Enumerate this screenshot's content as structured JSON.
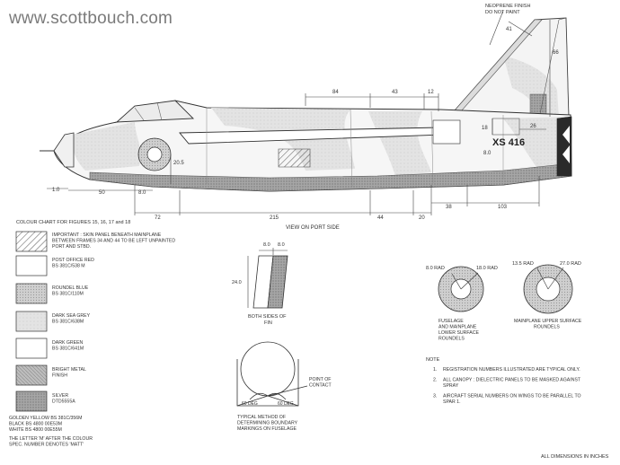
{
  "watermark": "www.scottbouch.com",
  "callouts": {
    "neoprene_line1": "NEOPRENE FINISH",
    "neoprene_line2": "DO NOT PAINT"
  },
  "serial": "XS 416",
  "dimensions": {
    "d41": "41",
    "d66": "66",
    "d84": "84",
    "d43": "43",
    "d12": "12",
    "d18": "18",
    "d26": "26",
    "d8a": "8.0",
    "d20_5": "20.5",
    "d1_0": "1.0",
    "d50": "50",
    "d8b": "8.0",
    "d72": "72",
    "d215": "215",
    "d44": "44",
    "d20": "20",
    "d38": "38",
    "d103": "103"
  },
  "view_label": "VIEW ON PORT SIDE",
  "legend": {
    "title": "COLOUR CHART FOR FIGURES 15, 16, 17 and 18",
    "items": [
      {
        "lines": [
          "IMPORTANT : SKIN PANEL BENEATH MAINPLANE",
          "BETWEEN FRAMES 34 AND 44  TO BE LEFT UNPAINTED",
          "PORT AND STBD."
        ],
        "pattern": "hatch"
      },
      {
        "lines": [
          "POST OFFICE RED",
          "BS 381C/538 M"
        ],
        "pattern": "white"
      },
      {
        "lines": [
          "ROUNDEL BLUE",
          "BS 381C/110M"
        ],
        "pattern": "dark"
      },
      {
        "lines": [
          "DARK SEA GREY",
          "BS 381C/638M"
        ],
        "pattern": "light"
      },
      {
        "lines": [
          "DARK GREEN",
          "BS 381C/641M"
        ],
        "pattern": "white"
      },
      {
        "lines": [
          "BRIGHT METAL",
          "FINISH"
        ],
        "pattern": "metal"
      },
      {
        "lines": [
          "SILVER",
          "DTD5555A"
        ],
        "pattern": "silver"
      }
    ],
    "footer": [
      "GOLDEN YELLOW BS 381C/356M",
      "BLACK BS 4800 00E53M",
      "WHITE BS 4800 00E55M",
      "THE LETTER 'M' AFTER THE COLOUR",
      "SPEC. NUMBER DENOTES 'MATT'"
    ]
  },
  "fin_detail": {
    "dim_top_a": "8.0",
    "dim_top_b": "8.0",
    "dim_side": "24.0",
    "caption_line1": "BOTH SIDES OF",
    "caption_line2": "FIN"
  },
  "roundel_fuselage": {
    "inner_rad": "8.0 RAD",
    "outer_rad": "18.0 RAD",
    "caption": [
      "FUSELAGE",
      "AND MAINPLANE",
      "LOWER SURFACE",
      "ROUNDELS"
    ]
  },
  "roundel_upper": {
    "inner_rad": "13.5 RAD",
    "outer_rad": "27.0 RAD",
    "caption": [
      "MAINPLANE UPPER SURFACE",
      "ROUNDELS"
    ]
  },
  "boundary_method": {
    "angle_left": "60 DEG",
    "angle_right": "60 DEG",
    "point_label": [
      "POINT OF",
      "CONTACT"
    ],
    "caption": [
      "TYPICAL  METHOD OF",
      "DETERMINING BOUNDARY",
      "MARKINGS ON FUSELAGE"
    ]
  },
  "note": {
    "title": "NOTE",
    "items": [
      {
        "num": "1.",
        "lines": [
          "REGISTRATION NUMBERS ILLUSTRATED ARE TYPICAL ONLY."
        ]
      },
      {
        "num": "2.",
        "lines": [
          "ALL CANOPY : DIELECTRIC PANELS TO BE MASKED AGAINST",
          "SPRAY"
        ]
      },
      {
        "num": "3.",
        "lines": [
          "AIRCRAFT SERIAL NUMBERS ON WINGS TO BE PARALLEL TO",
          "SPAR 1."
        ]
      }
    ]
  },
  "all_dims": "ALL DIMENSIONS IN INCHES"
}
